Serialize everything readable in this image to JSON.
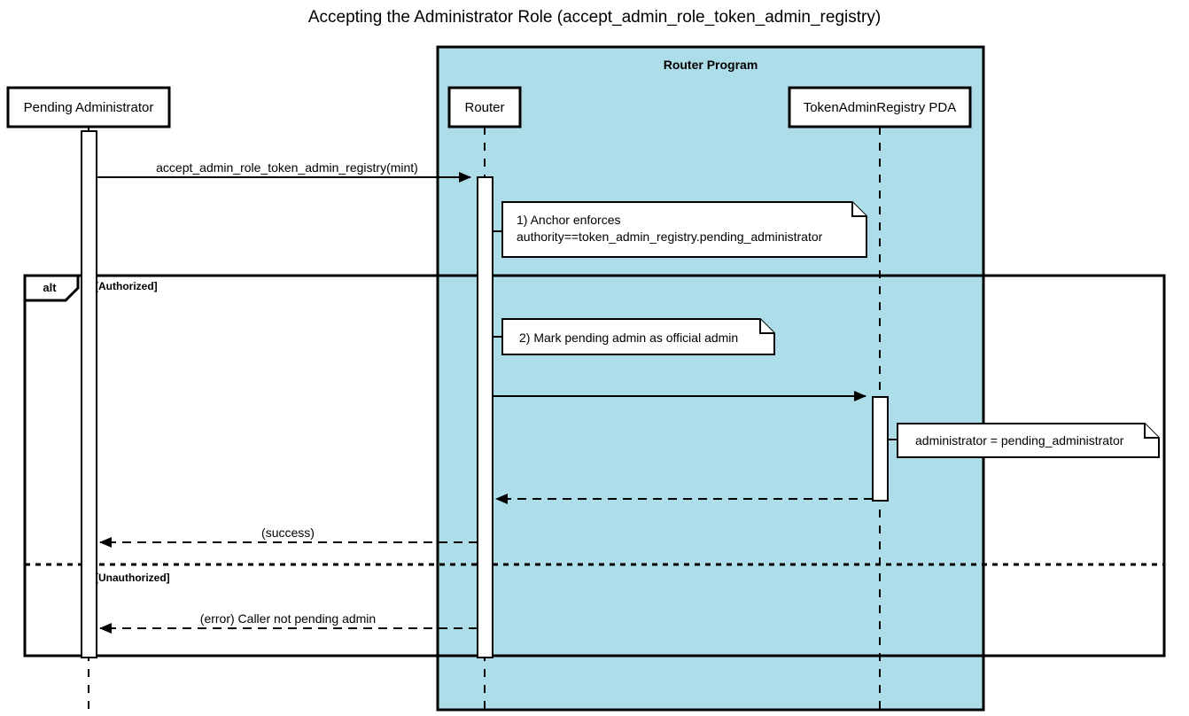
{
  "diagram": {
    "type": "uml-sequence-diagram",
    "title": "Accepting the Administrator Role (accept_admin_role_token_admin_registry)",
    "colors": {
      "group_fill": "#addde8",
      "group_stroke": "#000000",
      "box_fill": "#ffffff",
      "line": "#000000",
      "note_fill": "#ffffff"
    },
    "groups": [
      {
        "id": "router-program",
        "label": "Router Program",
        "fill": "#addde8"
      }
    ],
    "participants": [
      {
        "id": "pending-administrator",
        "label": "Pending Administrator",
        "group": null
      },
      {
        "id": "router",
        "label": "Router",
        "group": "router-program"
      },
      {
        "id": "token-admin-registry-pda",
        "label": "TokenAdminRegistry PDA",
        "group": "router-program"
      }
    ],
    "messages": [
      {
        "index": 1,
        "label": "accept_admin_role_token_admin_registry(mint)",
        "from": "pending-administrator",
        "to": "router",
        "style": "solid",
        "arrow": "filled"
      },
      {
        "index": 2,
        "label": "",
        "from": "router",
        "to": "token-admin-registry-pda",
        "style": "solid",
        "arrow": "filled"
      },
      {
        "index": 3,
        "label": "",
        "from": "token-admin-registry-pda",
        "to": "router",
        "style": "dashed",
        "arrow": "filled"
      },
      {
        "index": 4,
        "label": "(success)",
        "from": "router",
        "to": "pending-administrator",
        "style": "dashed",
        "arrow": "filled"
      },
      {
        "index": 5,
        "label": "(error) Caller not pending admin",
        "from": "router",
        "to": "pending-administrator",
        "style": "dashed",
        "arrow": "filled"
      }
    ],
    "notes": [
      {
        "id": "note-anchor-enforces",
        "attached_to": "router",
        "lines": [
          "1) Anchor enforces",
          "authority==token_admin_registry.pending_administrator"
        ]
      },
      {
        "id": "note-mark-pending-admin",
        "attached_to": "router",
        "lines": [
          "2) Mark pending admin as official admin"
        ]
      },
      {
        "id": "note-administrator-assignment",
        "attached_to": "token-admin-registry-pda",
        "lines": [
          "administrator = pending_administrator"
        ]
      }
    ],
    "fragment": {
      "operator": "alt",
      "guards": [
        "[Authorized]",
        "[Unauthorized]"
      ]
    }
  }
}
